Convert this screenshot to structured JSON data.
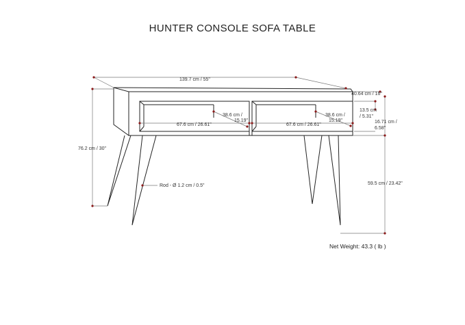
{
  "title": "HUNTER CONSOLE SOFA TABLE",
  "colors": {
    "marker": "#8b1a1a",
    "line": "#222222",
    "dimension": "#777777"
  },
  "dimensions": {
    "overall_width": "139.7 cm / 55\"",
    "depth": "40.64 cm / 16\"",
    "overall_height": "76.2 cm / 30\"",
    "drawer_height": "13.5 cm",
    "drawer_height_2": "/ 5.31\"",
    "cabinet_height_1": "16.71 cm /",
    "cabinet_height_2": "6.58\"",
    "leg_height": "59.5 cm / 23.42\"",
    "cubby_width_left": "67.6 cm / 26.61\"",
    "cubby_width_right": "67.6 cm / 26.61\"",
    "cubby_depth_left_1": "38.6 cm /",
    "cubby_depth_left_2": "15.19\"",
    "cubby_depth_right_1": "38.6 cm /",
    "cubby_depth_right_2": "15.19\"",
    "rod": "Rod - Ø 1.2 cm / 0.5\""
  },
  "net_weight": "Net Weight: 43.3 ( lb )"
}
